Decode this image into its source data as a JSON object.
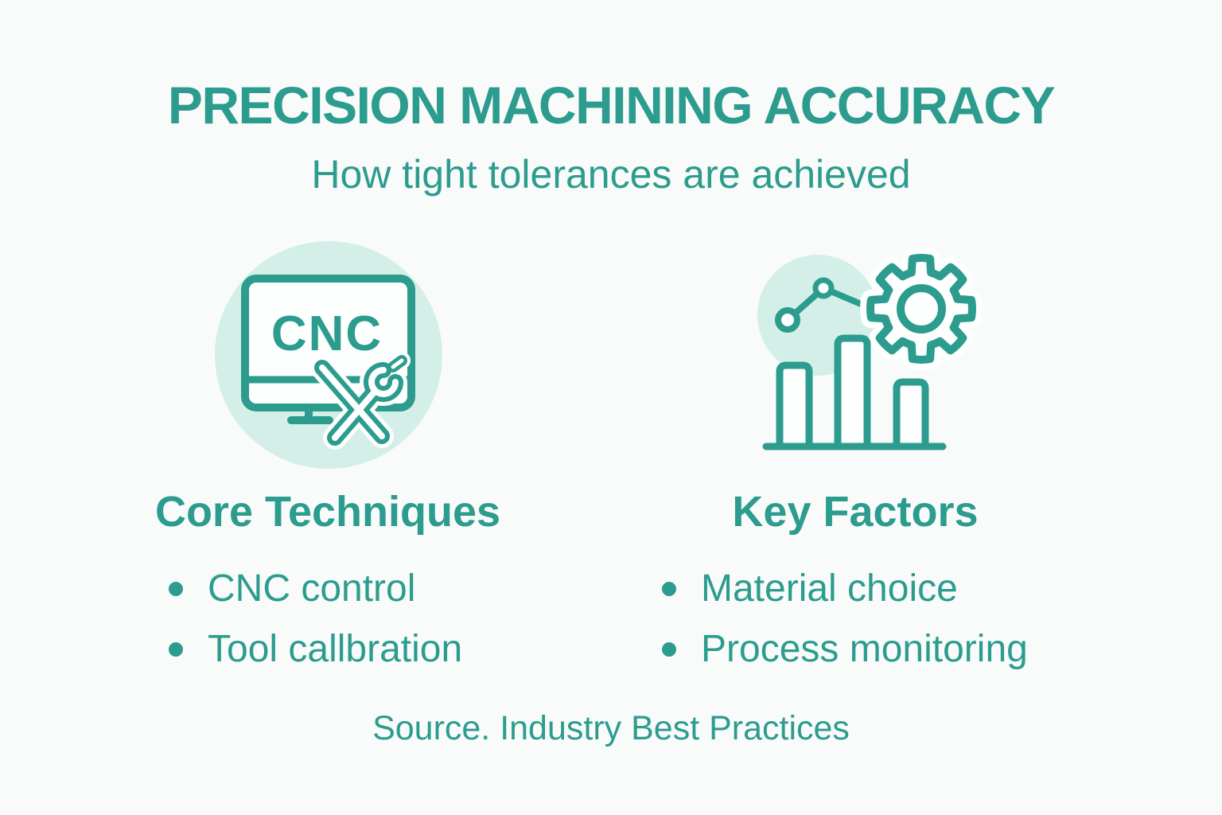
{
  "theme": {
    "accent_teal": "#2b9c8e",
    "mint_circle": "#d4efe8",
    "background": "#f9fbfa",
    "icon_fill": "#fdfefe"
  },
  "header": {
    "title": "PRECISION MACHINING ACCURACY",
    "subtitle": "How tight tolerances are achieved"
  },
  "columns": [
    {
      "icon": "cnc-monitor-tools-icon",
      "monitor_label": "CNC",
      "heading": "Core Techniques",
      "items": [
        "CNC control",
        "Tool callbration"
      ]
    },
    {
      "icon": "bar-chart-gear-trend-icon",
      "heading": "Key Factors",
      "items": [
        "Material choice",
        "Process monitoring"
      ]
    }
  ],
  "footer": {
    "source": "Source. Industry Best Practices"
  }
}
